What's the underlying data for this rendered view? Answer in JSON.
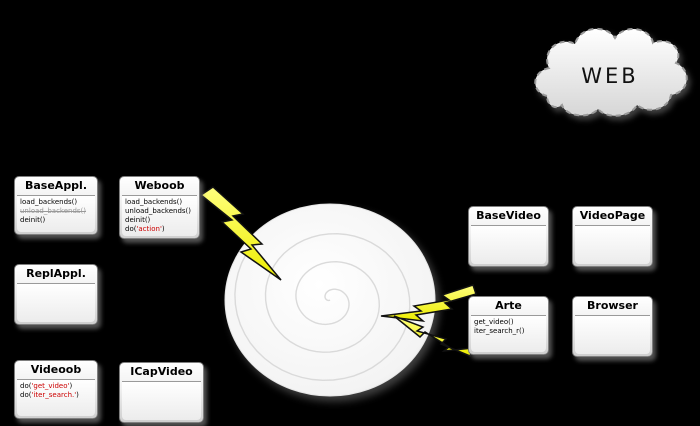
{
  "colors": {
    "background": "#000000",
    "bolt_yellow": "#f2f200",
    "highlight_red": "#cc0000",
    "muted_gray": "#999999",
    "box_border": "#7f7f7f"
  },
  "cloud": {
    "label": "WEB"
  },
  "boxes": {
    "baseappl": {
      "title": "BaseAppl.",
      "methods": [
        {
          "segments": [
            {
              "text": "load_backends()",
              "color": "normal"
            }
          ]
        },
        {
          "segments": [
            {
              "text": "unload_backends()",
              "color": "muted-strikethrough"
            }
          ]
        },
        {
          "segments": [
            {
              "text": "deinit()",
              "color": "normal"
            }
          ]
        }
      ]
    },
    "weboob": {
      "title": "Weboob",
      "methods": [
        {
          "segments": [
            {
              "text": "load_backends()",
              "color": "normal"
            }
          ]
        },
        {
          "segments": [
            {
              "text": "unload_backends()",
              "color": "normal"
            }
          ]
        },
        {
          "segments": [
            {
              "text": "deinit()",
              "color": "normal"
            }
          ]
        },
        {
          "segments": [
            {
              "text": "do(",
              "color": "normal"
            },
            {
              "text": "'action'",
              "color": "red"
            },
            {
              "text": ")",
              "color": "normal"
            }
          ]
        }
      ]
    },
    "replappl": {
      "title": "ReplAppl.",
      "methods": []
    },
    "videoob": {
      "title": "Videoob",
      "methods": [
        {
          "segments": [
            {
              "text": "do(",
              "color": "normal"
            },
            {
              "text": "'get_video'",
              "color": "red"
            },
            {
              "text": ")",
              "color": "normal"
            }
          ]
        },
        {
          "segments": [
            {
              "text": "do(",
              "color": "normal"
            },
            {
              "text": "'iter_search.'",
              "color": "red"
            },
            {
              "text": ")",
              "color": "normal"
            }
          ]
        }
      ]
    },
    "icapvideo": {
      "title": "ICapVideo",
      "methods": []
    },
    "basevideo": {
      "title": "BaseVideo",
      "methods": []
    },
    "videopage": {
      "title": "VideoPage",
      "methods": []
    },
    "arte": {
      "title": "Arte",
      "methods": [
        {
          "segments": [
            {
              "text": "get_video()",
              "color": "normal"
            }
          ]
        },
        {
          "segments": [
            {
              "text": "iter_search_r()",
              "color": "normal"
            }
          ]
        }
      ]
    },
    "browser": {
      "title": "Browser",
      "methods": []
    }
  }
}
